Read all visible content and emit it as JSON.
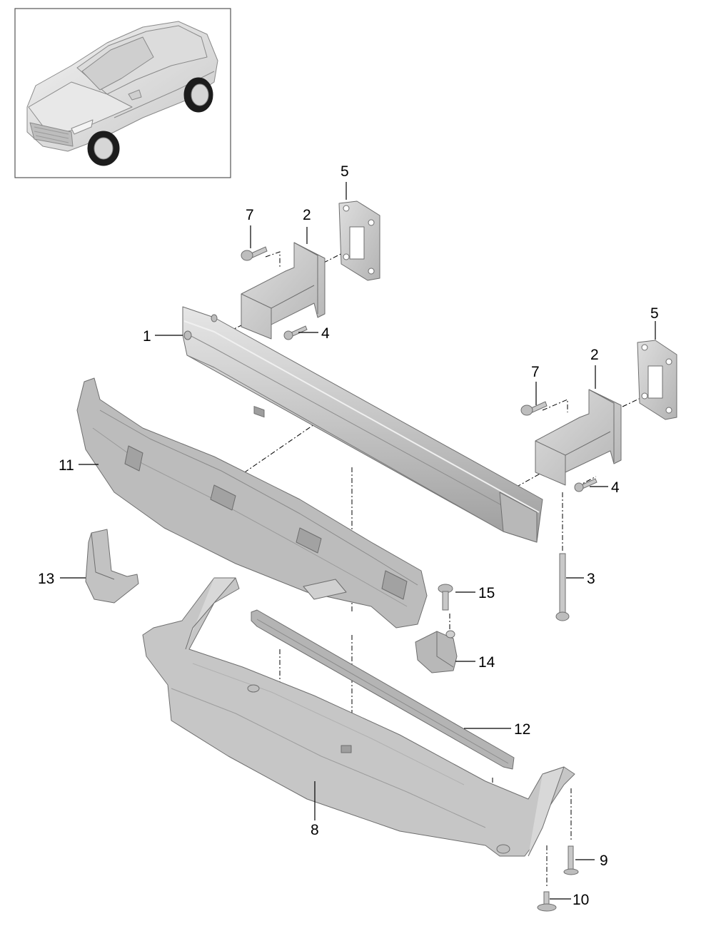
{
  "callouts": {
    "c1": "1",
    "c2a": "2",
    "c2b": "2",
    "c3": "3",
    "c4a": "4",
    "c4b": "4",
    "c5a": "5",
    "c5b": "5",
    "c7a": "7",
    "c7b": "7",
    "c8": "8",
    "c9": "9",
    "c10": "10",
    "c11": "11",
    "c12": "12",
    "c13": "13",
    "c14": "14",
    "c15": "15"
  },
  "colors": {
    "part_fill": "#cfcfcf",
    "part_fill_light": "#e2e2e2",
    "part_fill_dark": "#a8a8a8",
    "part_stroke": "#6e6e6e",
    "leader": "#000000",
    "frame": "#555555"
  }
}
